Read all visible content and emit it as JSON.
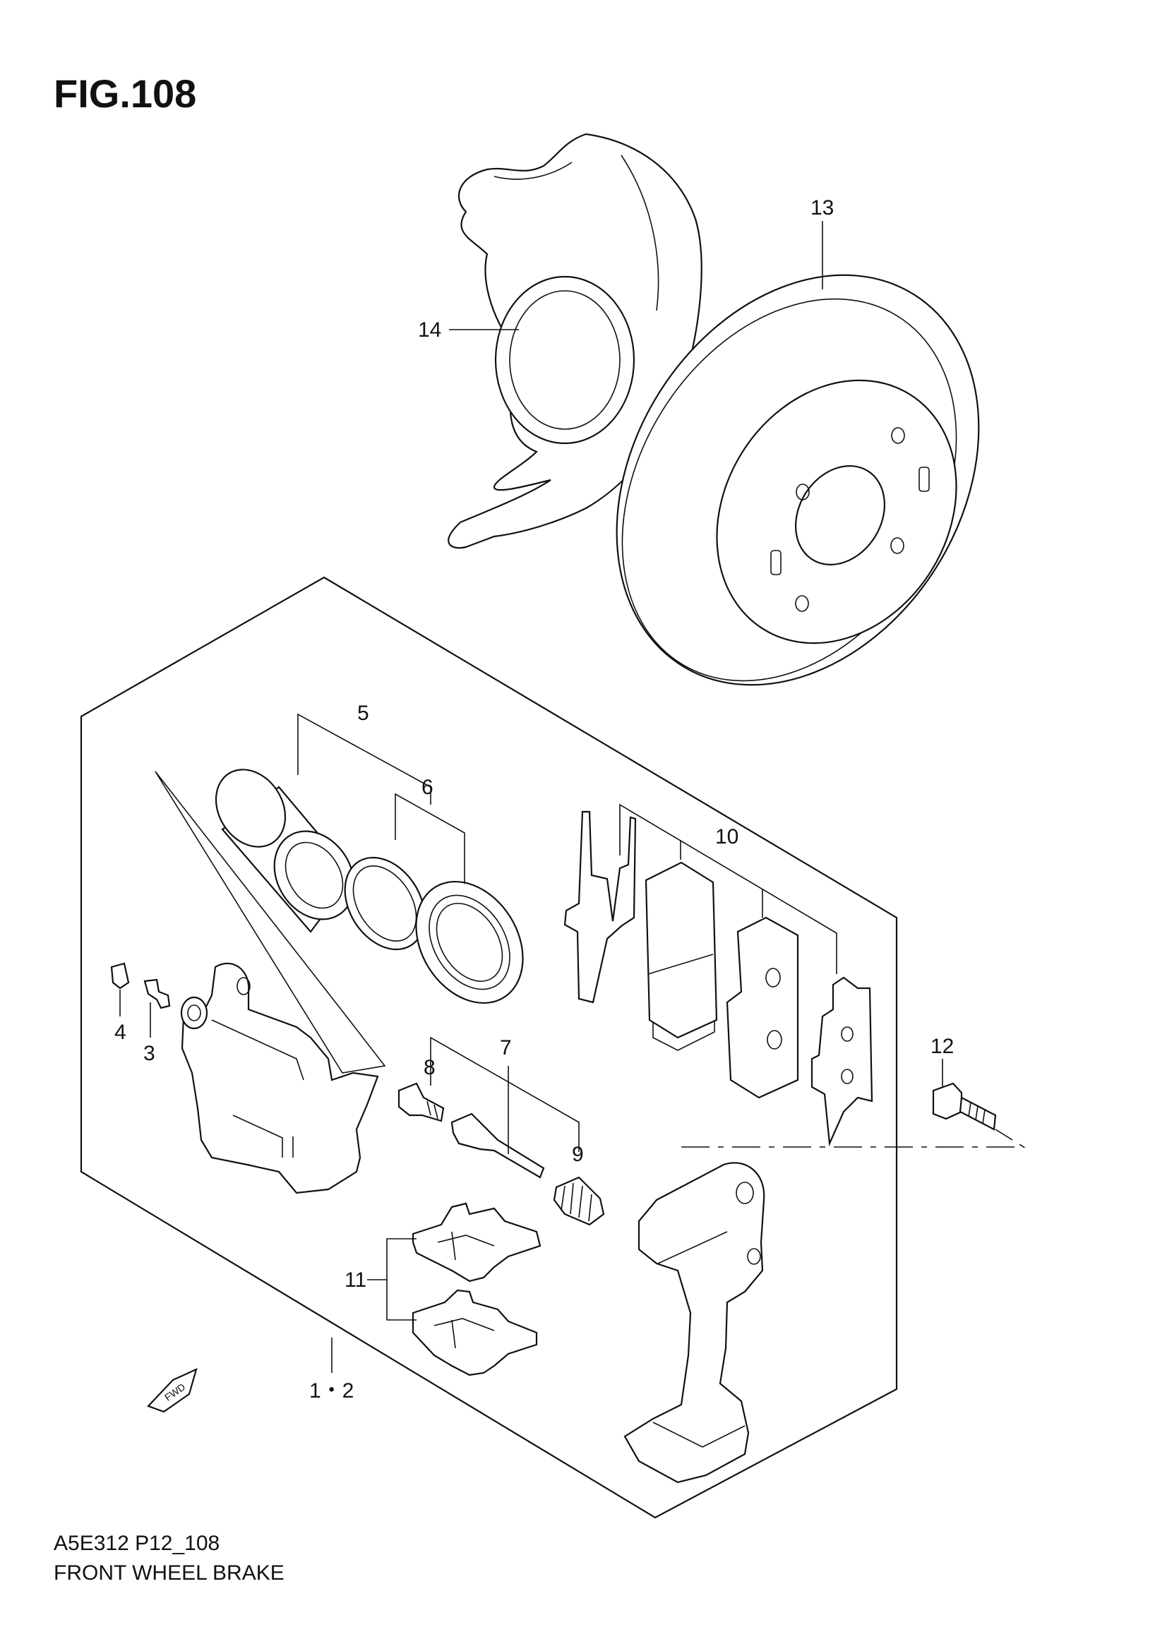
{
  "figure": {
    "title": "FIG.108"
  },
  "footer": {
    "code": "A5E312 P12_108",
    "caption": "FRONT WHEEL BRAKE"
  },
  "callouts": {
    "c13": "13",
    "c14": "14",
    "c5": "5",
    "c6": "6",
    "c10": "10",
    "c4": "4",
    "c3": "3",
    "c8": "8",
    "c7": "7",
    "c9": "9",
    "c12": "12",
    "c11": "11",
    "c12set": "1・2"
  },
  "direction_badge": "FWD"
}
